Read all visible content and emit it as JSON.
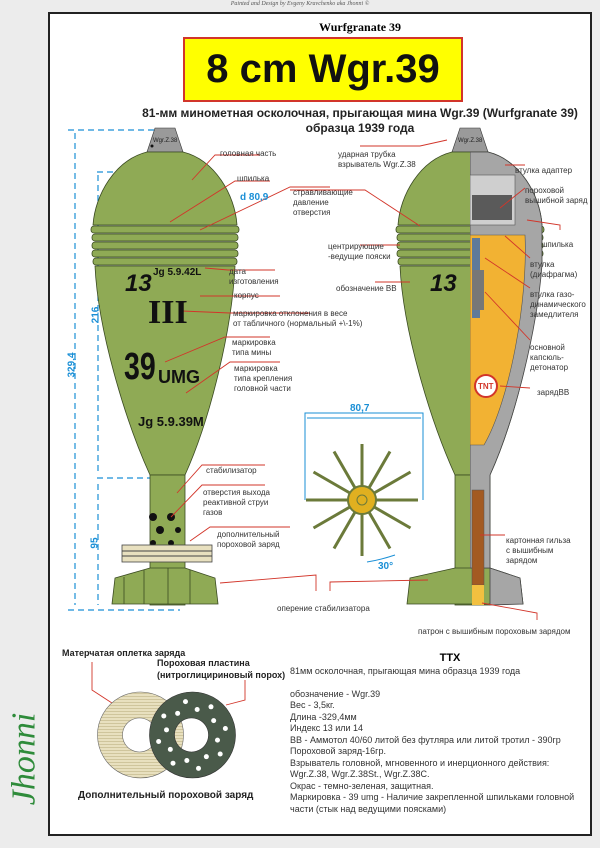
{
  "credit": "Painted and Design by Evgeny Kravchenko aka Jhonni ©",
  "header": "Wurfgranate 39",
  "title_box": "8 cm Wgr.39",
  "subtitle": [
    "81-мм минометная осколочная, прыгающая мина  Wgr.39 (Wurfgranate 39)",
    "образца 1939 года"
  ],
  "dimensions": {
    "total": "329,4",
    "body": "216",
    "tail": "95",
    "diameter": "d 80,9",
    "fin_span": "80,7",
    "fin_angle": "30°"
  },
  "markings": {
    "index": "13",
    "date_top": "Jg 5.9.42L",
    "weight_class": "III",
    "type": "39",
    "head_type": "UMG",
    "date_bottom": "Jg 5.9.39M",
    "fuze": "Wgr.Z.38",
    "charge": "TNT"
  },
  "left_labels": {
    "head": "головная часть",
    "pin": "шпилька",
    "vent": "стравливающие\nдавление\nотверстия",
    "date": "дата\nизготовления",
    "body": "корпус",
    "weight": "маркировка отклонения в весе\nот табличного (нормальный +\\-1%)",
    "type": "маркировка\nтипа мины",
    "head_mount": "маркировка\nтипа крепления\nголовной части",
    "stabilizer": "стабилизатор",
    "gas_holes": "отверстия выхода\nреактивной струи\nгазов",
    "extra_charge": "дополнительный\nпороховой заряд",
    "fins": "оперение стабилизатора"
  },
  "right_labels": {
    "fuze": "ударная трубка\nвзрыватель Wgr.Z.38",
    "bands": "центрирующие\n-ведущие пояски",
    "hx_mark": "обозначение ВВ",
    "adapter": "втулка адаптер",
    "eject_charge": "пороховой\nвышибной заряд",
    "pin": "шпилька",
    "diaphragm": "втулка\n(диафрагма)",
    "delay": "втулка газо-\nдинамического\nзамедлителя",
    "detonator": "основной\nкапсюль-\nдетонатор",
    "hx": "зарядВВ",
    "cartridge_case": "картонная гильза\nс вышибным\nзарядом",
    "cartridge": "патрон с вышибным пороховым зарядом"
  },
  "charge_section": {
    "cloth": "Матерчатая оплетка заряда",
    "plate": "Пороховая пластина\n(нитроглицириновый порох)",
    "caption": "Дополнительный пороховой заряд"
  },
  "ttx": {
    "title": "ТТХ",
    "lines": [
      "81мм осколочная, прыгающая мина образца 1939 года",
      "",
      "обозначение - Wgr.39",
      "Вес - 3,5кг.",
      "Длина -329,4мм",
      "Индекс 13 или 14",
      "ВВ - Аммотол 40/60 литой без футляра или литой тротил - 390гр",
      "Пороховой заряд-16гр.",
      "Взрыватель головной, мгновенного и инерционного действия: Wgr.Z.38, Wgr.Z.38St., Wgr.Z.38C.",
      "Окрас - темно-зеленая, защитная.",
      "Маркировка - 39 umg - Наличие закрепленной шпильками головной части (стык над ведущими поясками)"
    ]
  },
  "signature": "Jhonni",
  "colors": {
    "shell": "#8faa55",
    "accent_red": "#d2352a",
    "dim_blue": "#1a8fd6",
    "title_bg": "#ffff00",
    "charge": "#f2b233"
  }
}
